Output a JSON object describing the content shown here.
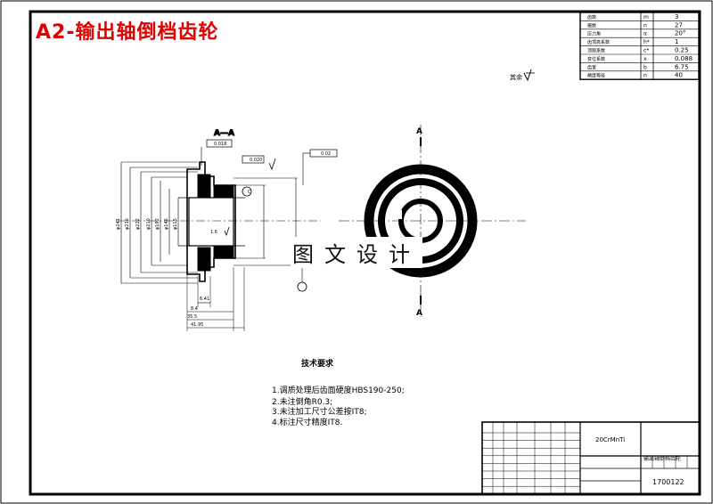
{
  "header_title": "A2-输出轴倒档齿轮",
  "watermark": "图文设计",
  "section_label": "A—A",
  "view_label_top": "A",
  "view_label_bottom": "A",
  "tech_req": {
    "title": "技术要求",
    "items": [
      "1.调质处理后齿面硬度HBS190-250;",
      "2.未注倒角R0.3;",
      "3.未注加工尺寸公差按IT8;",
      "4.标注尺寸精度IT8."
    ]
  },
  "params": {
    "rows": [
      {
        "name": "齿数",
        "sym": "m",
        "val": "3"
      },
      {
        "name": "模数",
        "sym": "n",
        "val": "27"
      },
      {
        "name": "压力角",
        "sym": "α",
        "val": "20°"
      },
      {
        "name": "齿顶高系数",
        "sym": "h*",
        "val": "1"
      },
      {
        "name": "顶隙系数",
        "sym": "c*",
        "val": "0.25"
      },
      {
        "name": "变位系数",
        "sym": "x",
        "val": "0.088"
      },
      {
        "name": "齿宽",
        "sym": "b",
        "val": "6.75"
      },
      {
        "name": "精度等级",
        "sym": "n",
        "val": "40"
      }
    ]
  },
  "roughness_note": "其余",
  "title_block": {
    "material": "20CrMnTi",
    "part_name": "输出轴倒档齿轮",
    "drawing_no": "1700122"
  },
  "dims": [
    "φ241",
    "φ236",
    "φ222",
    "φ210",
    "φ192",
    "φ146",
    "φ115",
    "6.41",
    "8.4",
    "35.5",
    "41.95",
    "1.6",
    "C"
  ],
  "datum_marks": [
    "0.018",
    "0.020",
    "0.02"
  ]
}
